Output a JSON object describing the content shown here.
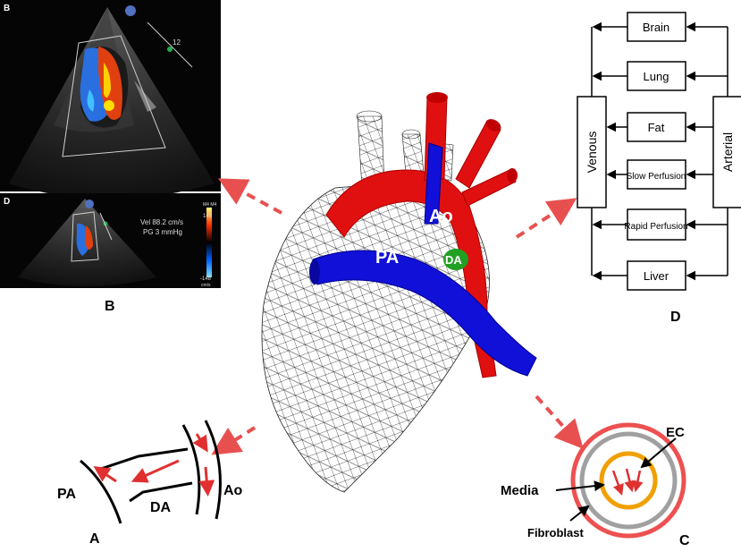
{
  "heart": {
    "labels": {
      "aorta": "Ao",
      "pulmonary_artery": "PA",
      "ductus": "DA"
    },
    "colors": {
      "aorta": "#e01010",
      "pulmonary_artery": "#1010d8",
      "ductus": "#22a022",
      "mesh": "#222222",
      "arrow": "#e85050"
    }
  },
  "echo": {
    "panel_letter_top": "B",
    "panel_letter_bottom": "D",
    "readout_vel": "Vel  88.2 cm/s",
    "readout_pg": "PG    3 mmHg",
    "scale_top": "148",
    "scale_bottom": "-148",
    "scale_unit": "cm/s",
    "scale_mode": "M4 M4",
    "depth_mark": "12"
  },
  "panel_letters": {
    "B": "B",
    "D": "D",
    "A": "A",
    "C": "C"
  },
  "model": {
    "venous_label": "Venous",
    "arterial_label": "Arterial",
    "compartments": [
      "Brain",
      "Lung",
      "Fat",
      "Slow Perfusion",
      "Rapid Perfusion",
      "Liver"
    ]
  },
  "schematic_a": {
    "pa": "PA",
    "da": "DA",
    "ao": "Ao"
  },
  "vessel_c": {
    "ec": "EC",
    "media": "Media",
    "fibroblast": "Fibroblast",
    "colors": {
      "outer": "#ee5050",
      "middle": "#a0a0a0",
      "inner": "#f0a000"
    }
  }
}
